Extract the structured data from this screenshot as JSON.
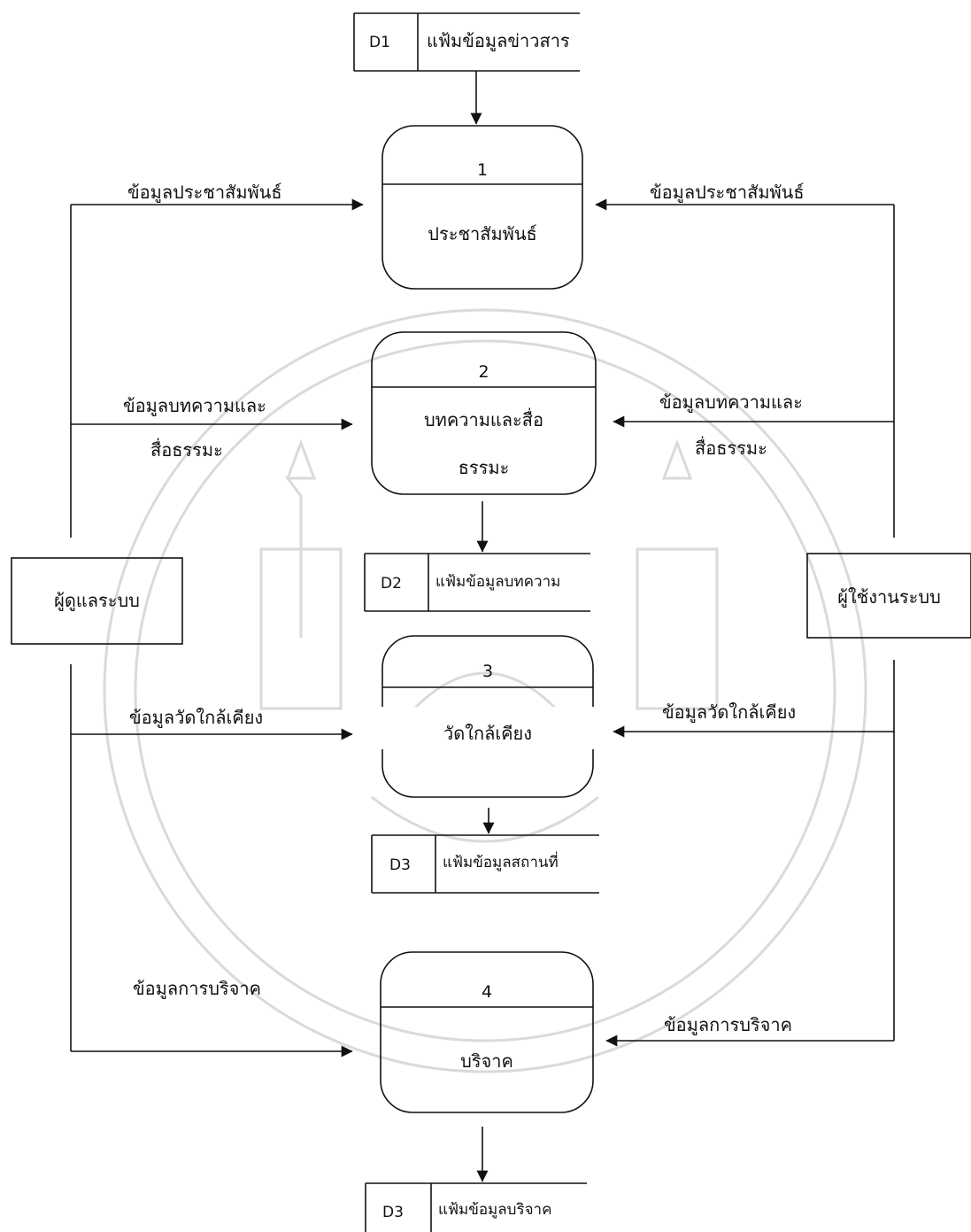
{
  "colors": {
    "line": "#111111",
    "watermark": "#d9d9d9",
    "background": "#ffffff"
  },
  "entities": {
    "admin": "ผู้ดูแลระบบ",
    "user": "ผู้ใช้งานระบบ"
  },
  "processes": [
    {
      "number": "1",
      "name_lines": [
        "ประชาสัมพันธ์"
      ]
    },
    {
      "number": "2",
      "name_lines": [
        "บทความและสื่อ",
        "ธรรมะ"
      ]
    },
    {
      "number": "3",
      "name_lines": [
        "วัดใกล้เคียง"
      ]
    },
    {
      "number": "4",
      "name_lines": [
        "บริจาค"
      ]
    }
  ],
  "stores": [
    {
      "id": "D1",
      "name": "แฟ้มข้อมูลข่าวสาร"
    },
    {
      "id": "D2",
      "name": "แฟ้มข้อมูลบทความ"
    },
    {
      "id": "D3",
      "name": "แฟ้มข้อมูลสถานที่"
    },
    {
      "id": "D3",
      "name": "แฟ้มข้อมูลบริจาค"
    }
  ],
  "flows": {
    "admin_p1": "ข้อมูลประชาสัมพันธ์",
    "user_p1": "ข้อมูลประชาสัมพันธ์",
    "admin_p2": [
      "ข้อมูลบทความและ",
      "สื่อธรรมะ"
    ],
    "user_p2": [
      "ข้อมูลบทความและ",
      "สื่อธรรมะ"
    ],
    "admin_p3": "ข้อมูลวัดใกล้เคียง",
    "user_p3": "ข้อมูลวัดใกล้เคียง",
    "admin_p4": "ข้อมูลการบริจาค",
    "user_p4": "ข้อมูลการบริจาค"
  }
}
